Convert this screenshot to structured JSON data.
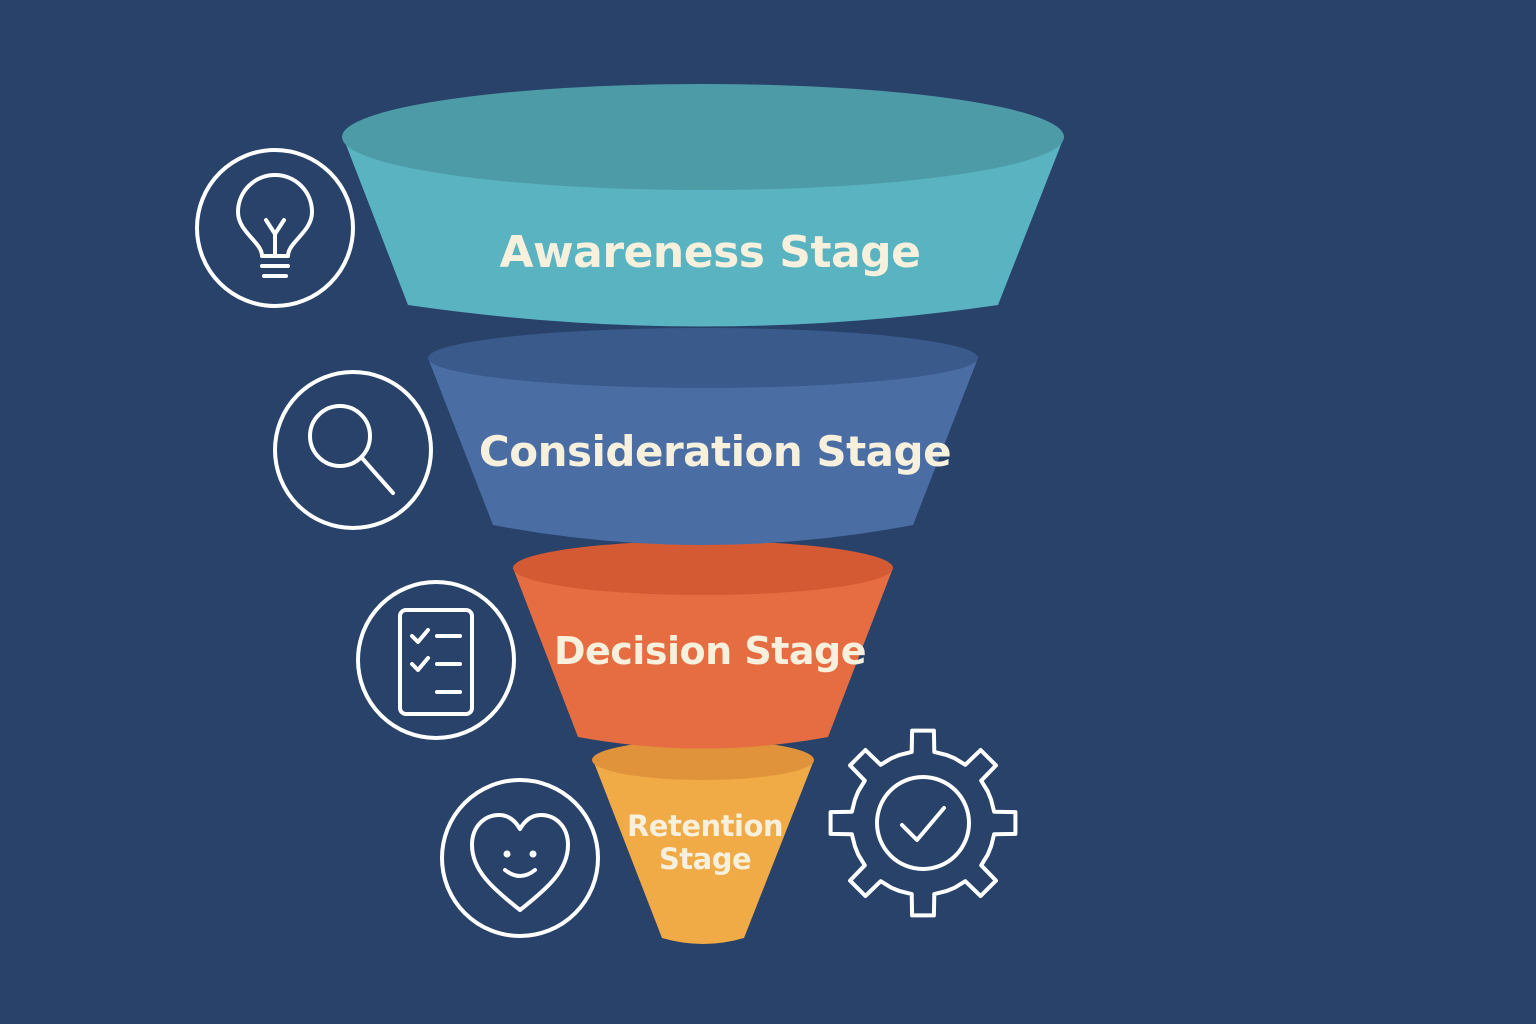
{
  "background_color": "#28426a",
  "stages": [
    {
      "label": "Awareness Stage",
      "color": "#5ab3c1",
      "icon": "lightbulb-icon"
    },
    {
      "label": "Consideration Stage",
      "color": "#4a6ea4",
      "icon": "magnifier-icon"
    },
    {
      "label": "Decision Stage",
      "color": "#e66d42",
      "icon": "checklist-icon"
    },
    {
      "label": "Retention Stage",
      "color": "#f0aa46",
      "icon": "heart-smile-icon"
    }
  ],
  "extra_icons": [
    "gear-check-icon"
  ]
}
